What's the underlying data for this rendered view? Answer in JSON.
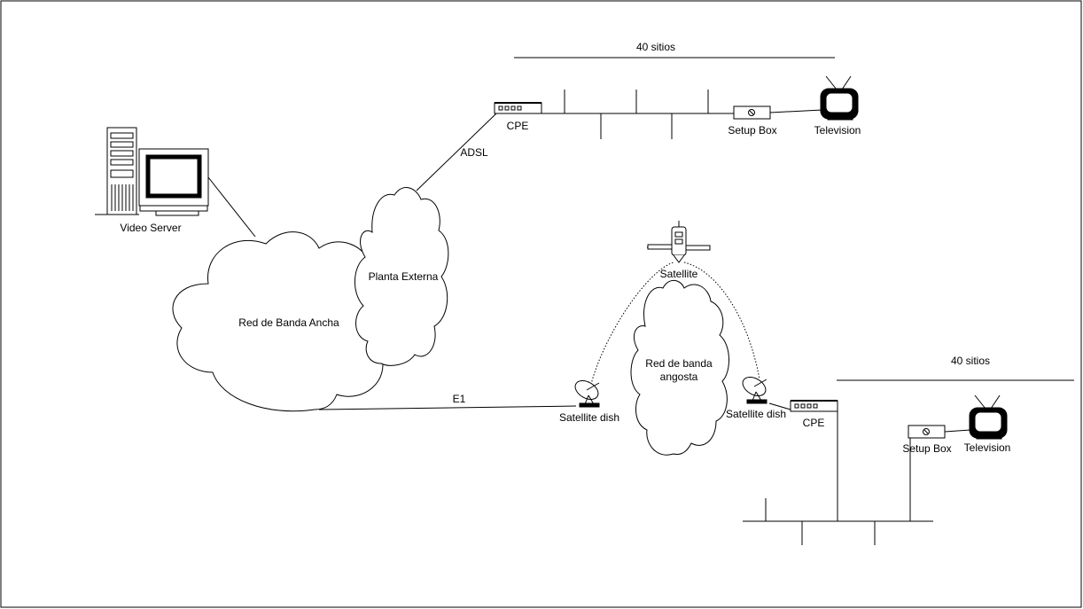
{
  "labels": {
    "video_server": "Video Server",
    "broadband_cloud": "Red de Banda Ancha",
    "outside_plant": "Planta Externa",
    "adsl": "ADSL",
    "cpe_top": "CPE",
    "sites_top": "40 sitios",
    "setup_box_top": "Setup Box",
    "television_top": "Television",
    "satellite": "Satellite",
    "narrowband_line1": "Red de banda",
    "narrowband_line2": "angosta",
    "e1": "E1",
    "dish_left": "Satellite dish",
    "dish_right": "Satellite dish",
    "cpe_bottom": "CPE",
    "sites_bottom": "40 sitios",
    "setup_box_bottom": "Setup Box",
    "television_bottom": "Television"
  }
}
